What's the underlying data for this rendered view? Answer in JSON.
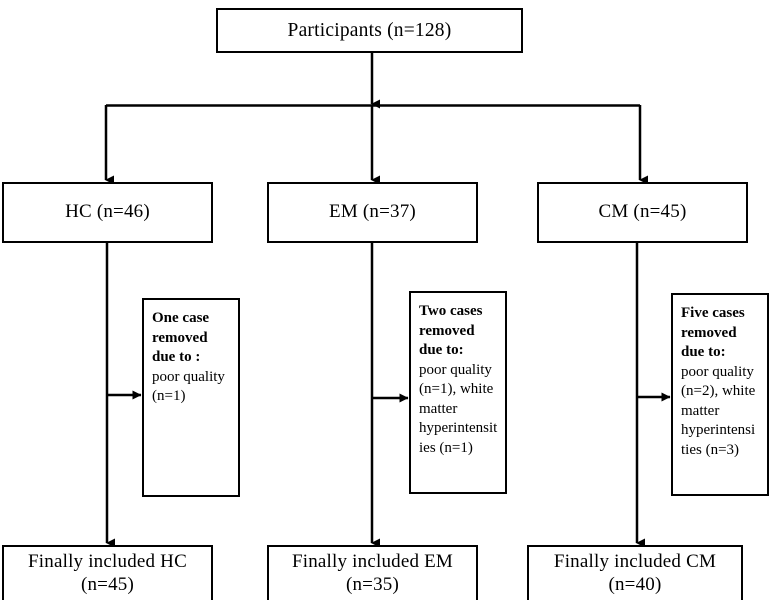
{
  "figure": {
    "type": "flowchart",
    "orientation": "top-down",
    "title": "Participant enrollment flow diagram"
  },
  "top": {
    "label": "Participants (n=128)",
    "count": 128
  },
  "groups": [
    {
      "id": "hc",
      "label": "HC (n=46)",
      "count": 46,
      "removal": {
        "heading_line1": "One      case",
        "heading_line2": "removed",
        "heading_line3": "due   to  :",
        "body_line1": "poor  quality",
        "body_line2": "(n=1)"
      },
      "final_line1": "Finally included HC",
      "final_line2": "(n=45)",
      "final_count": 45
    },
    {
      "id": "em",
      "label": "EM (n=37)",
      "count": 37,
      "removal": {
        "heading_line1": "Two    cases",
        "heading_line2": "removed",
        "heading_line3": "due to:",
        "body_line1": "poor  quality",
        "body_line2": "(n=1), white",
        "body_line3": "matter",
        "body_line4": "hyperintensit",
        "body_line5": "ies (n=1)"
      },
      "final_line1": "Finally included EM",
      "final_line2": "(n=35)",
      "final_count": 35
    },
    {
      "id": "cm",
      "label": "CM (n=45)",
      "count": 45,
      "removal": {
        "heading_line1": "Five    cases",
        "heading_line2": "removed",
        "heading_line3": "due to:",
        "body_line1": "poor  quality",
        "body_line2": "(n=2), white",
        "body_line3": "matter",
        "body_line4": "hyperintensi",
        "body_line5": "ties (n=3)"
      },
      "final_line1": "Finally included CM",
      "final_line2": "(n=40)",
      "final_count": 40
    }
  ],
  "style": {
    "stroke": "#000000",
    "background": "#ffffff"
  }
}
